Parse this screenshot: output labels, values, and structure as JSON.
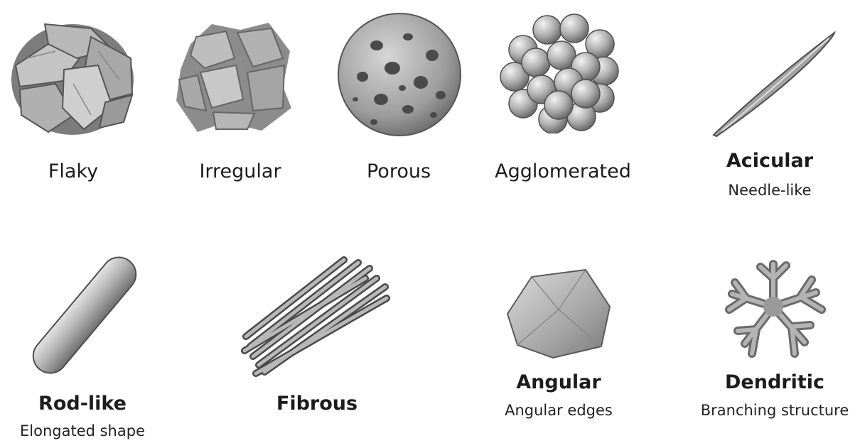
{
  "shapes": [
    {
      "key": "flaky",
      "name": "Flaky",
      "subtitle": ""
    },
    {
      "key": "irregular",
      "name": "Irregular",
      "subtitle": ""
    },
    {
      "key": "porous",
      "name": "Porous",
      "subtitle": ""
    },
    {
      "key": "agglomerated",
      "name": "Agglomerated",
      "subtitle": ""
    },
    {
      "key": "acicular",
      "name": "Acicular",
      "subtitle": "Needle-like"
    },
    {
      "key": "rod",
      "name": "Rod-like",
      "subtitle": "Elongated shape"
    },
    {
      "key": "fibrous",
      "name": "Fibrous",
      "subtitle": ""
    },
    {
      "key": "angular",
      "name": "Angular",
      "subtitle": "Angular edges"
    },
    {
      "key": "dendritic",
      "name": "Dendritic",
      "subtitle": "Branching structure"
    }
  ],
  "colors": {
    "particle_fill": "#a9a9a9",
    "particle_dark": "#5e5e5e",
    "particle_light": "#d9d9d9",
    "text": "#1c1c1c"
  }
}
